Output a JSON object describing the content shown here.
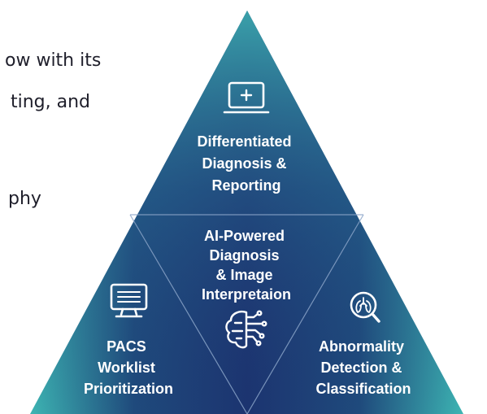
{
  "background_text": {
    "line1": "ow with its",
    "line2": "ting, and",
    "line3": "phy"
  },
  "pyramid": {
    "top": {
      "lines": [
        "Differentiated",
        "Diagnosis &",
        "Reporting"
      ],
      "icon": "laptop-plus-icon"
    },
    "center": {
      "lines": [
        "AI-Powered",
        "Diagnosis",
        "& Image",
        "Interpretaion"
      ],
      "icon": "ai-brain-circuit-icon"
    },
    "left": {
      "lines": [
        "PACS",
        "Worklist",
        "Prioritization"
      ],
      "icon": "monitor-icon"
    },
    "right": {
      "lines": [
        "Abnormality",
        "Detection &",
        "Classification"
      ],
      "icon": "magnify-lungs-icon"
    }
  },
  "colors": {
    "navy": "#1c3470",
    "teal": "#3fb4b4",
    "line": "#8aa4c8"
  }
}
